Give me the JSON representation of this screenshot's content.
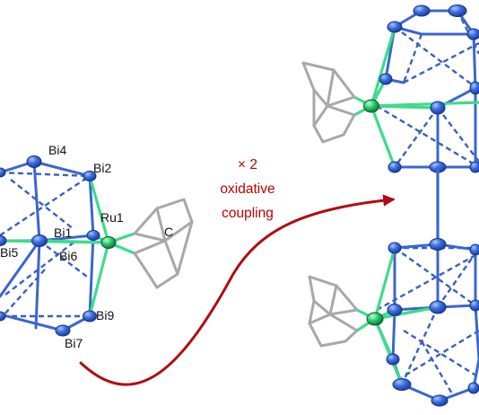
{
  "colors": {
    "bismuth": "#2f5fd6",
    "bismuth_highlight": "#8fb4ff",
    "bond": "#3a67cf",
    "dashed_bond": "#3a5fc0",
    "ruthenium": "#22b860",
    "ru_bond": "#3ddc8a",
    "ligand": "#a8a8a8",
    "arrow": "#b00d14",
    "label_text": "#111111",
    "reaction_text": "#c00000"
  },
  "labels": {
    "bi4": "Bi4",
    "bi2": "Bi2",
    "ru1": "Ru1",
    "bi1": "Bi1",
    "c": "C",
    "bi5": "Bi5",
    "bi6": "Bi6",
    "bi9": "Bi9",
    "bi7": "Bi7"
  },
  "reaction": {
    "line1": "× 2",
    "line2": "oxidative",
    "line3": "coupling"
  }
}
